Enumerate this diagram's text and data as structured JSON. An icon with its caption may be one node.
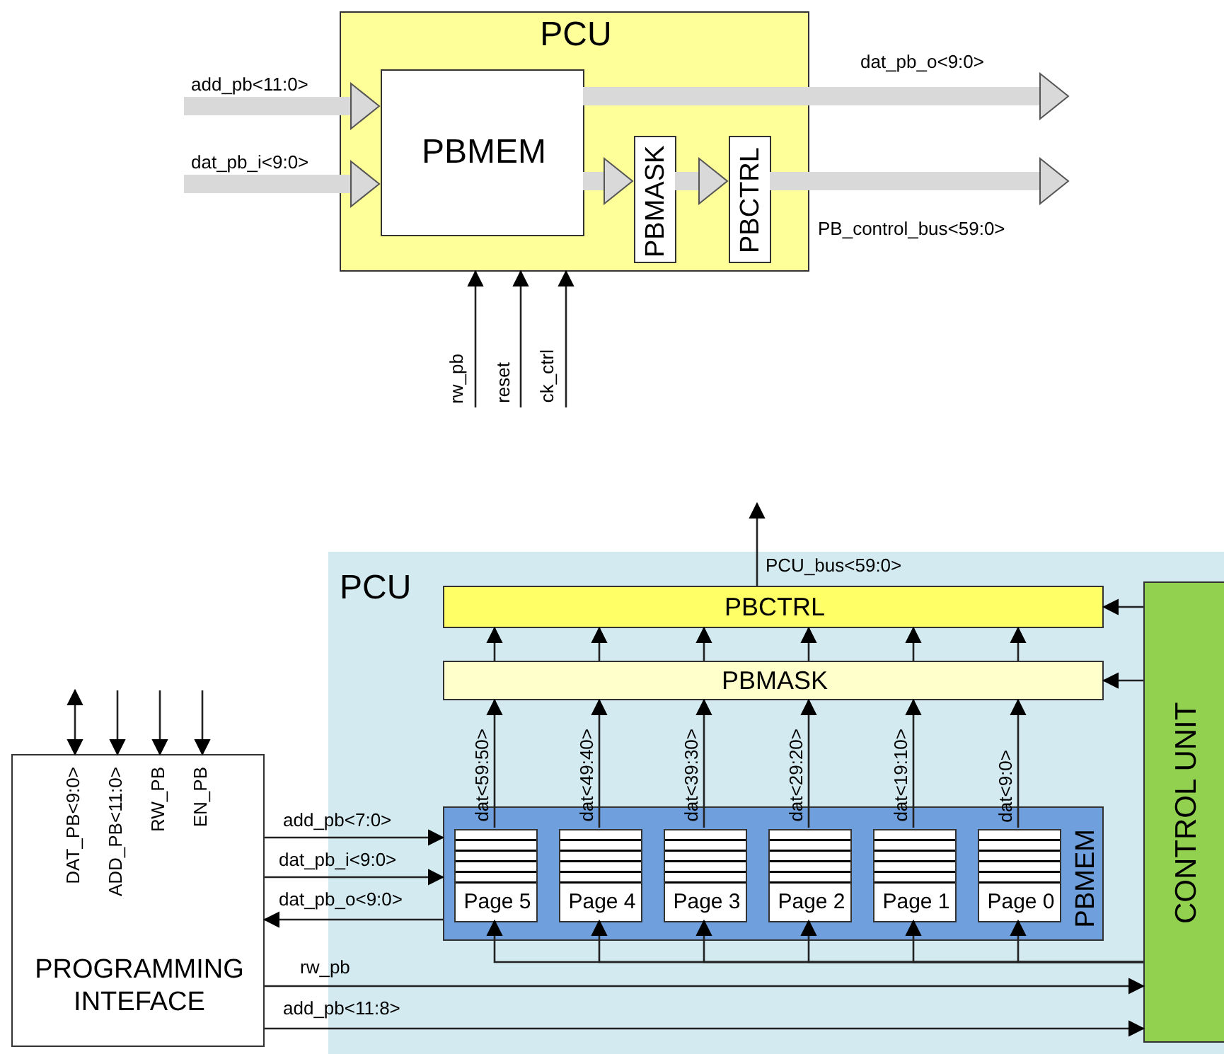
{
  "diagram": {
    "nodes": [
      {
        "text": [
          "PCU"
        ]
      },
      {
        "text": [
          "PBMEM"
        ],
        "in": 0
      },
      {
        "text": [
          "PBMASK"
        ],
        "in": 0
      },
      {
        "text": [
          "PBCTRL"
        ],
        "in": 0
      },
      {
        "text": [
          "PCU"
        ]
      },
      {
        "text": [
          "PBCTRL"
        ],
        "in": 4
      },
      {
        "text": [
          "PBMASK"
        ],
        "in": 4
      },
      {
        "text": [
          "PBMEM"
        ],
        "in": 4
      },
      {
        "text": [
          "Page 5"
        ],
        "in": 7
      },
      {
        "text": [
          "Page 4"
        ],
        "in": 7
      },
      {
        "text": [
          "Page 3"
        ],
        "in": 7
      },
      {
        "text": [
          "Page 2"
        ],
        "in": 7
      },
      {
        "text": [
          "Page 1"
        ],
        "in": 7
      },
      {
        "text": [
          "Page 0"
        ],
        "in": 7
      },
      {
        "text": [
          "CONTROL UNIT"
        ],
        "in": 4
      },
      {
        "text": [
          "PROGRAMMING INTEFACE"
        ]
      }
    ],
    "edges": [
      {
        "from": null,
        "to": 1,
        "arrow": "to",
        "label": "add_pb<11:0>",
        "style": "thick",
        "color": "#d9d9d9"
      },
      {
        "from": null,
        "to": 1,
        "arrow": "to",
        "label": "dat_pb_i<9:0>",
        "style": "thick",
        "color": "#d9d9d9"
      },
      {
        "from": 1,
        "to": null,
        "arrow": "to",
        "label": "dat_pb_o<9:0>",
        "style": "thick",
        "color": "#d9d9d9"
      },
      {
        "from": 1,
        "to": 2,
        "arrow": "to",
        "style": "thick",
        "color": "#d9d9d9"
      },
      {
        "from": 2,
        "to": 3,
        "arrow": "to",
        "style": "thick",
        "color": "#d9d9d9"
      },
      {
        "from": 3,
        "to": null,
        "arrow": "to",
        "label": "PB_control_bus<59:0>",
        "style": "thick",
        "color": "#d9d9d9"
      },
      {
        "from": null,
        "to": 0,
        "arrow": "to",
        "label": "rw_pb"
      },
      {
        "from": null,
        "to": 0,
        "arrow": "to",
        "label": "reset"
      },
      {
        "from": null,
        "to": 0,
        "arrow": "to",
        "label": "ck_ctrl"
      },
      {
        "from": 5,
        "to": null,
        "arrow": "to",
        "label": "PCU_bus<59:0>"
      },
      {
        "from": 6,
        "to": 5,
        "arrow": "to"
      },
      {
        "from": 6,
        "to": 5,
        "arrow": "to"
      },
      {
        "from": 6,
        "to": 5,
        "arrow": "to"
      },
      {
        "from": 6,
        "to": 5,
        "arrow": "to"
      },
      {
        "from": 6,
        "to": 5,
        "arrow": "to"
      },
      {
        "from": 6,
        "to": 5,
        "arrow": "to"
      },
      {
        "from": 8,
        "to": 6,
        "arrow": "to",
        "label": "dat<59:50>"
      },
      {
        "from": 9,
        "to": 6,
        "arrow": "to",
        "label": "dat<49:40>"
      },
      {
        "from": 10,
        "to": 6,
        "arrow": "to",
        "label": "dat<39:30>"
      },
      {
        "from": 11,
        "to": 6,
        "arrow": "to",
        "label": "dat<29:20>"
      },
      {
        "from": 12,
        "to": 6,
        "arrow": "to",
        "label": "dat<19:10>"
      },
      {
        "from": 13,
        "to": 6,
        "arrow": "to",
        "label": "dat<9:0>"
      },
      {
        "from": 14,
        "to": 5,
        "arrow": "to"
      },
      {
        "from": 14,
        "to": 6,
        "arrow": "to"
      },
      {
        "from": 14,
        "to": 8,
        "arrow": "to"
      },
      {
        "from": 14,
        "to": 9,
        "arrow": "to"
      },
      {
        "from": 14,
        "to": 10,
        "arrow": "to"
      },
      {
        "from": 14,
        "to": 11,
        "arrow": "to"
      },
      {
        "from": 14,
        "to": 12,
        "arrow": "to"
      },
      {
        "from": 14,
        "to": 13,
        "arrow": "to"
      },
      {
        "from": 15,
        "to": 7,
        "arrow": "to",
        "label": "add_pb<7:0>"
      },
      {
        "from": 15,
        "to": 7,
        "arrow": "to",
        "label": "dat_pb_i<9:0>"
      },
      {
        "from": 7,
        "to": 15,
        "arrow": "to",
        "label": "dat_pb_o<9:0>"
      },
      {
        "from": 15,
        "to": 14,
        "arrow": "to",
        "label": "rw_pb"
      },
      {
        "from": 15,
        "to": 14,
        "arrow": "to",
        "label": "add_pb<11:8>"
      },
      {
        "from": null,
        "to": 15,
        "arrow": "both",
        "label": "DAT_PB<9:0>"
      },
      {
        "from": null,
        "to": 15,
        "arrow": "to",
        "label": "ADD_PB<11:0>"
      },
      {
        "from": null,
        "to": 15,
        "arrow": "to",
        "label": "RW_PB"
      },
      {
        "from": null,
        "to": 15,
        "arrow": "to",
        "label": "EN_PB"
      }
    ]
  }
}
